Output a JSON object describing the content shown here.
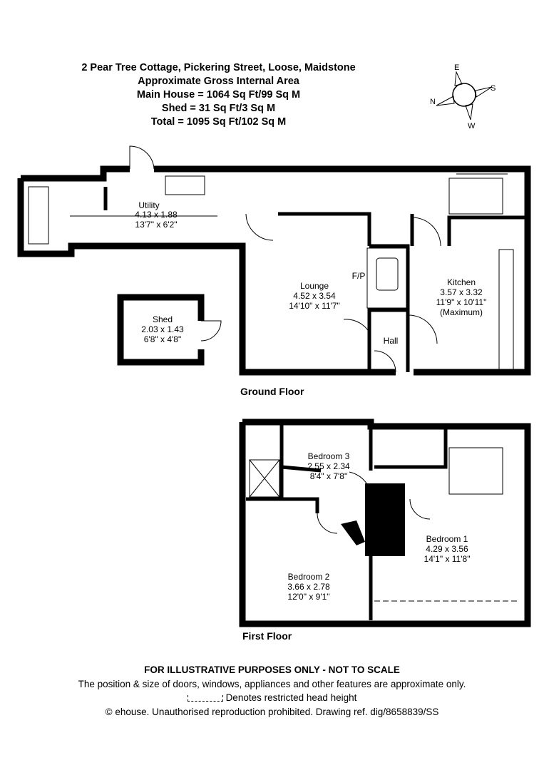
{
  "header": {
    "title": "2 Pear Tree Cottage, Pickering Street, Loose, Maidstone",
    "subtitle": "Approximate Gross Internal Area",
    "main_house": "Main House = 1064 Sq Ft/99 Sq M",
    "shed": "Shed = 31 Sq Ft/3 Sq M",
    "total": "Total = 1095 Sq Ft/102 Sq M"
  },
  "compass": {
    "e": "E",
    "s": "S",
    "n": "N",
    "w": "W"
  },
  "ground_floor": {
    "label": "Ground Floor",
    "rooms": {
      "utility": {
        "name": "Utility",
        "metric": "4.13 x 1.88",
        "imperial": "13'7\" x 6'2\""
      },
      "lounge": {
        "name": "Lounge",
        "metric": "4.52 x 3.54",
        "imperial": "14'10\" x 11'7\""
      },
      "kitchen": {
        "name": "Kitchen",
        "metric": "3.57 x 3.32",
        "imperial": "11'9\" x 10'11\"",
        "note": "(Maximum)"
      },
      "hall": {
        "name": "Hall"
      },
      "fireplace": {
        "name": "F/P"
      },
      "shed": {
        "name": "Shed",
        "metric": "2.03 x 1.43",
        "imperial": "6'8\" x 4'8\""
      }
    }
  },
  "first_floor": {
    "label": "First Floor",
    "rooms": {
      "bedroom3": {
        "name": "Bedroom 3",
        "metric": "2.55 x 2.34",
        "imperial": "8'4\" x 7'8\""
      },
      "bedroom2": {
        "name": "Bedroom 2",
        "metric": "3.66 x 2.78",
        "imperial": "12'0\" x 9'1\""
      },
      "bedroom1": {
        "name": "Bedroom 1",
        "metric": "4.29 x 3.56",
        "imperial": "14'1\" x 11'8\""
      }
    }
  },
  "footer": {
    "disclaimer": "FOR ILLUSTRATIVE PURPOSES ONLY - NOT TO SCALE",
    "note": "The position & size of doors, windows, appliances and other features are approximate only.",
    "legend": "Denotes restricted head height",
    "copyright": "© ehouse. Unauthorised reproduction prohibited. Drawing ref. dig/8658839/SS"
  }
}
